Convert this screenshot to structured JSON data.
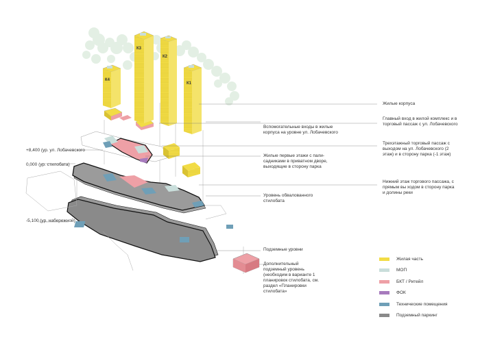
{
  "towers": [
    {
      "id": "k4",
      "label": "К4"
    },
    {
      "id": "k3",
      "label": "К3"
    },
    {
      "id": "k2",
      "label": "К2"
    },
    {
      "id": "k1",
      "label": "К1"
    }
  ],
  "levels": {
    "lobachevsky": "+8,400 (ур. ул. Лобачевского",
    "stylobate": "0,000 (ур. стилобата)",
    "embankment": "-5,100 (ур. набережной)"
  },
  "annotations": {
    "residential_buildings": "Жилые корпуса",
    "auxiliary_entrances": "Вспомогательные входы в жилые корпуса на уровне ул. Лобачевского",
    "main_entrance": "Главный вход в жилой комплекс и в торговый пассаж с ул. Лобачевского",
    "residential_first_floors": "Жилые первые этажи с пали-садниками в приватном дворе, выходящие в сторону парка",
    "three_storey_passage": "Трехэтажный торговый пассаж с выходом на ул. Лобачевского (2 этаж) и в сторону парка (-1 этаж)",
    "lower_passage_floor": "Нижний этаж торгового пассажа, с прямым вы ходом в сторону парка и долины реки",
    "embanked_stylobate": "Уровень обвалованного стилобата",
    "underground_levels": "Подземные уровни",
    "extra_underground": "Дополнительный подземный уровень (необходим в варианте 1 планировок стилобата, см. раздел «Планировки стилобата»"
  },
  "legend": [
    {
      "label": "Жилая часть",
      "color": "#f2dc45"
    },
    {
      "label": "МОП",
      "color": "#c9dedb"
    },
    {
      "label": "БКТ / Ритейл",
      "color": "#eea0a6"
    },
    {
      "label": "ФОК",
      "color": "#a77bbd"
    },
    {
      "label": "Технические помещения",
      "color": "#6f9fb7"
    },
    {
      "label": "Подземный паркинг",
      "color": "#8a8a8a"
    }
  ]
}
